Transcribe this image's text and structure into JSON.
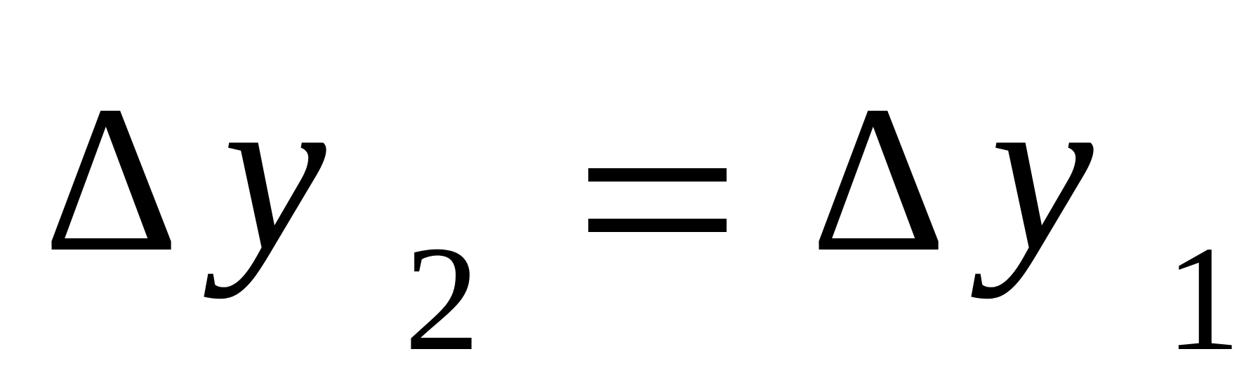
{
  "equation": {
    "lhs": {
      "delta": "Δ",
      "variable": "y",
      "subscript": "2"
    },
    "operator": "=",
    "rhs": {
      "delta": "Δ",
      "variable": "y",
      "subscript": "1"
    }
  }
}
